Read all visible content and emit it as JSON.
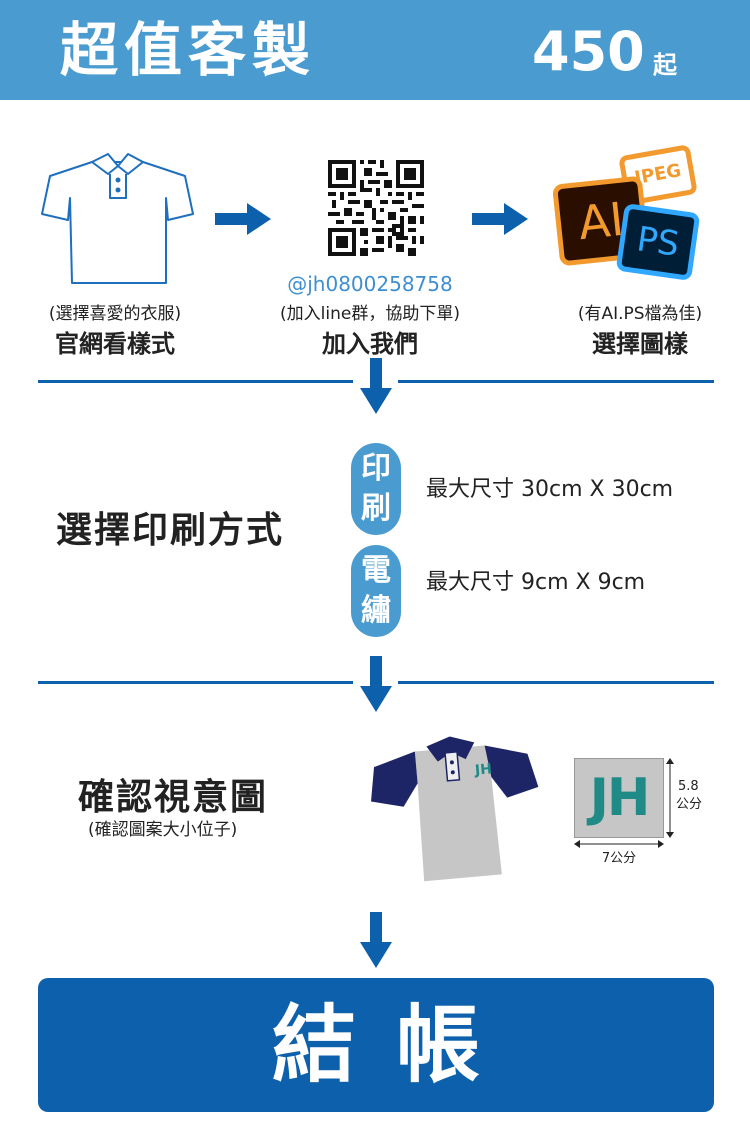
{
  "banner": {
    "title": "超值客製",
    "price": "450",
    "price_suffix": "起"
  },
  "step1": {
    "sub": "(選擇喜愛的衣服)",
    "main": "官網看樣式"
  },
  "step2": {
    "handle": "@jh0800258758",
    "sub": "(加入line群，協助下單)",
    "main": "加入我們"
  },
  "step3": {
    "sub": "(有AI.PS檔為佳)",
    "main": "選擇圖樣",
    "jpeg": "JPEG",
    "ai": "AI",
    "ps": "PS"
  },
  "print": {
    "heading": "選擇印刷方式",
    "methods": [
      {
        "label": "印刷",
        "spec": "最大尺寸 30cm X 30cm"
      },
      {
        "label": "電繡",
        "spec": "最大尺寸 9cm X 9cm"
      }
    ]
  },
  "confirm": {
    "heading": "確認視意圖",
    "sub": "(確認圖案大小位子)",
    "logo": "JH",
    "height_value": "5.8",
    "height_unit": "公分",
    "width_label": "7公分"
  },
  "checkout": {
    "label": "結帳"
  },
  "colors": {
    "banner": "#4a9bd0",
    "accent": "#0d61ac",
    "qr_handle": "#3f8fd0",
    "shirt_navy": "#1d2566",
    "shirt_gray": "#c6c6c6",
    "logo_teal": "#1f8a86"
  }
}
